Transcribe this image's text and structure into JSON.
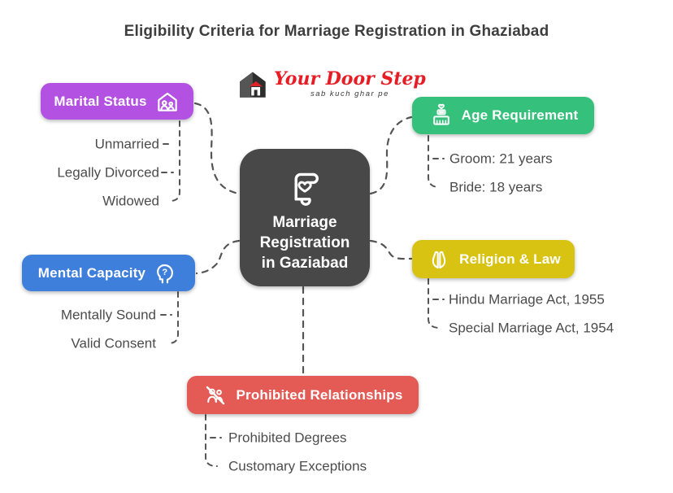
{
  "title": "Eligibility Criteria for Marriage Registration in Ghaziabad",
  "logo": {
    "name": "Your Door Step",
    "tagline": "sab kuch ghar pe",
    "accent_color": "#e71d25"
  },
  "center": {
    "label_lines": [
      "Marriage",
      "Registration",
      "in Gaziabad"
    ],
    "icon": "scroll-heart-icon",
    "color": "#484848"
  },
  "branches": [
    {
      "label": "Marital Status",
      "icon": "family-home-icon",
      "color": "#b351e2",
      "items": [
        "Unmarried",
        "Legally Divorced",
        "Widowed"
      ]
    },
    {
      "label": "Age Requirement",
      "icon": "wedding-cake-icon",
      "color": "#35c07c",
      "items": [
        "Groom: 21 years",
        "Bride: 18 years"
      ]
    },
    {
      "label": "Mental Capacity",
      "icon": "head-question-icon",
      "color": "#3f7fdc",
      "items": [
        "Mentally Sound",
        "Valid Consent"
      ]
    },
    {
      "label": "Religion & Law",
      "icon": "praying-hands-icon",
      "color": "#d8c312",
      "items": [
        "Hindu Marriage Act, 1955",
        "Special Marriage Act, 1954"
      ]
    },
    {
      "label": "Prohibited Relationships",
      "icon": "no-relationship-icon",
      "color": "#e45b55",
      "items": [
        "Prohibited Degrees",
        "Customary Exceptions"
      ]
    }
  ],
  "connectors": {
    "color": "#555555"
  }
}
